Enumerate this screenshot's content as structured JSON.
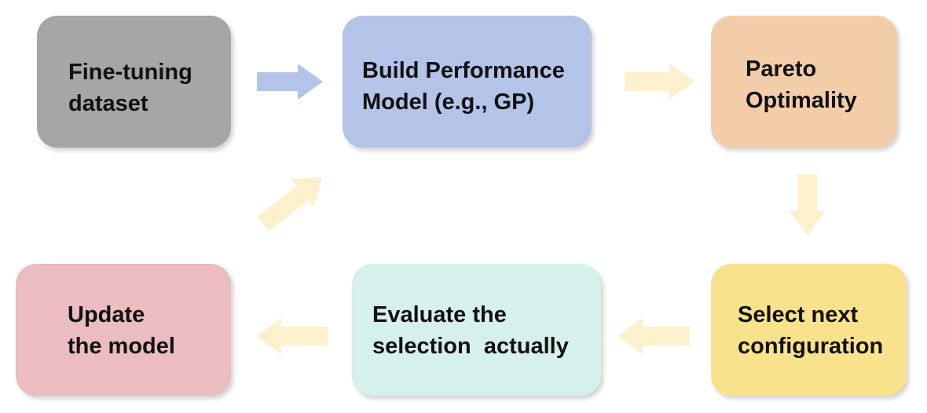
{
  "nodes": {
    "finetune": {
      "label": "Fine-tuning\ndataset",
      "color": "#a6a6a6"
    },
    "build": {
      "label": "Build Performance\nModel (e.g., GP)",
      "color": "#b4c4e8"
    },
    "pareto": {
      "label": "Pareto\nOptimality",
      "color": "#f3cda9"
    },
    "select": {
      "label": "Select next\nconfiguration",
      "color": "#f9e28c"
    },
    "evaluate": {
      "label": "Evaluate the\nselection  actually",
      "color": "#d6f0ec"
    },
    "update": {
      "label": "Update\nthe model",
      "color": "#ebbcc0"
    }
  },
  "edges": [
    {
      "from": "finetune",
      "to": "build",
      "color": "#b4c4e8"
    },
    {
      "from": "build",
      "to": "pareto",
      "color": "#fcf1cc"
    },
    {
      "from": "pareto",
      "to": "select",
      "color": "#fcf1cc"
    },
    {
      "from": "select",
      "to": "evaluate",
      "color": "#fcf1cc"
    },
    {
      "from": "evaluate",
      "to": "update",
      "color": "#fcf1cc"
    },
    {
      "from": "update",
      "to": "build",
      "color": "#fcf1cc"
    }
  ]
}
